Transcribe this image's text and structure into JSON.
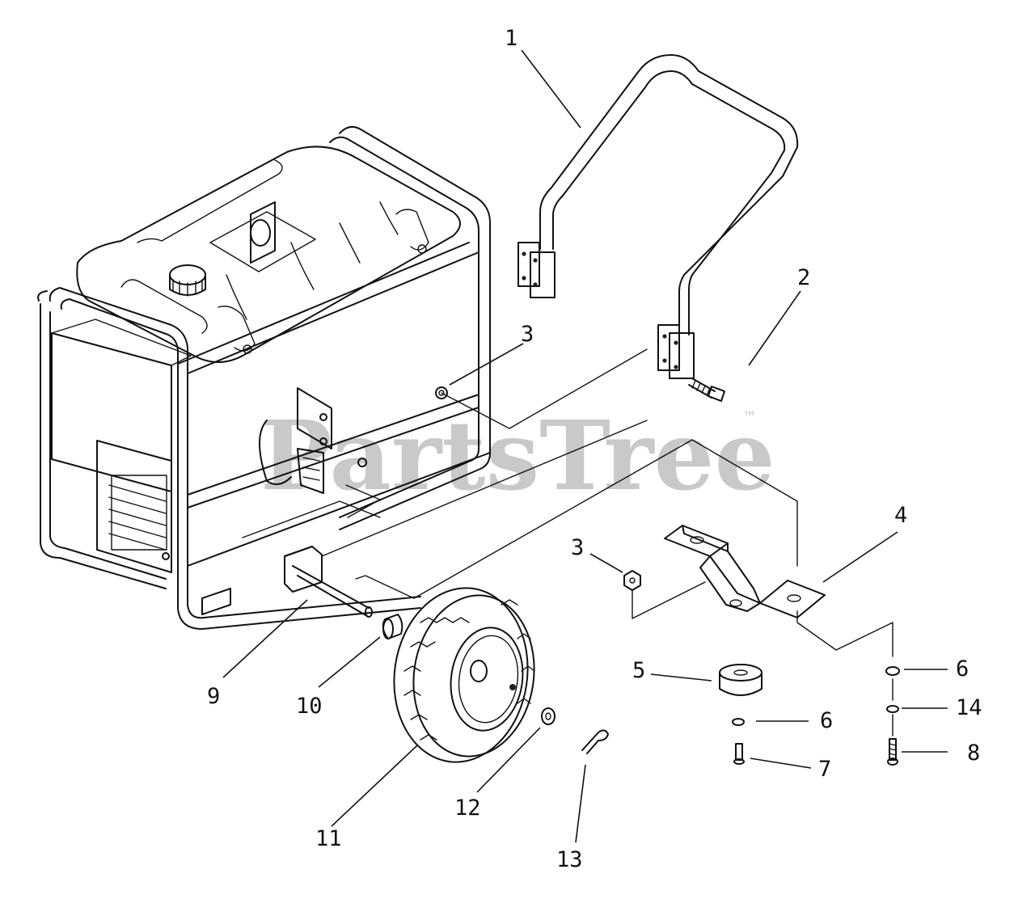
{
  "watermark": {
    "brand": "PartsTree",
    "trademark": "™"
  },
  "callouts": [
    "1",
    "2",
    "3",
    "3",
    "4",
    "5",
    "6",
    "7",
    "8",
    "9",
    "10",
    "11",
    "12",
    "13",
    "14",
    "6"
  ]
}
